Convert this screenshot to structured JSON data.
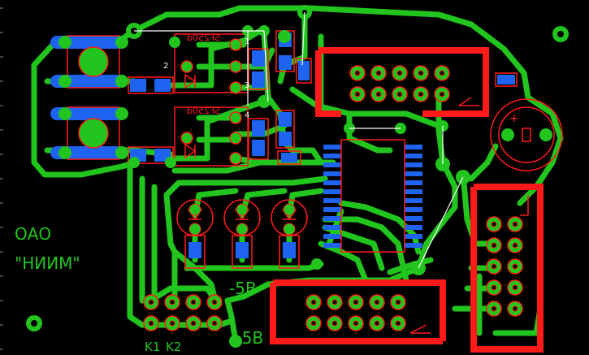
{
  "labels": {
    "org_line1": "ОАО",
    "org_line2": "\"НИИМ\"",
    "minus5": "-5В",
    "plus5": "+5В",
    "k1": "K1",
    "k2": "K2",
    "relay_top": "SF250d",
    "relay_bottom": "SF250d",
    "pin1": "1",
    "pin2": "2",
    "pin3": "3",
    "pin4": "4",
    "cap_plus": "+"
  },
  "colors": {
    "background": "#000000",
    "trace": "#22c51e",
    "pad_blue": "#1e64f0",
    "silk_red": "#ff1a1a",
    "jumper": "#ffffff"
  }
}
